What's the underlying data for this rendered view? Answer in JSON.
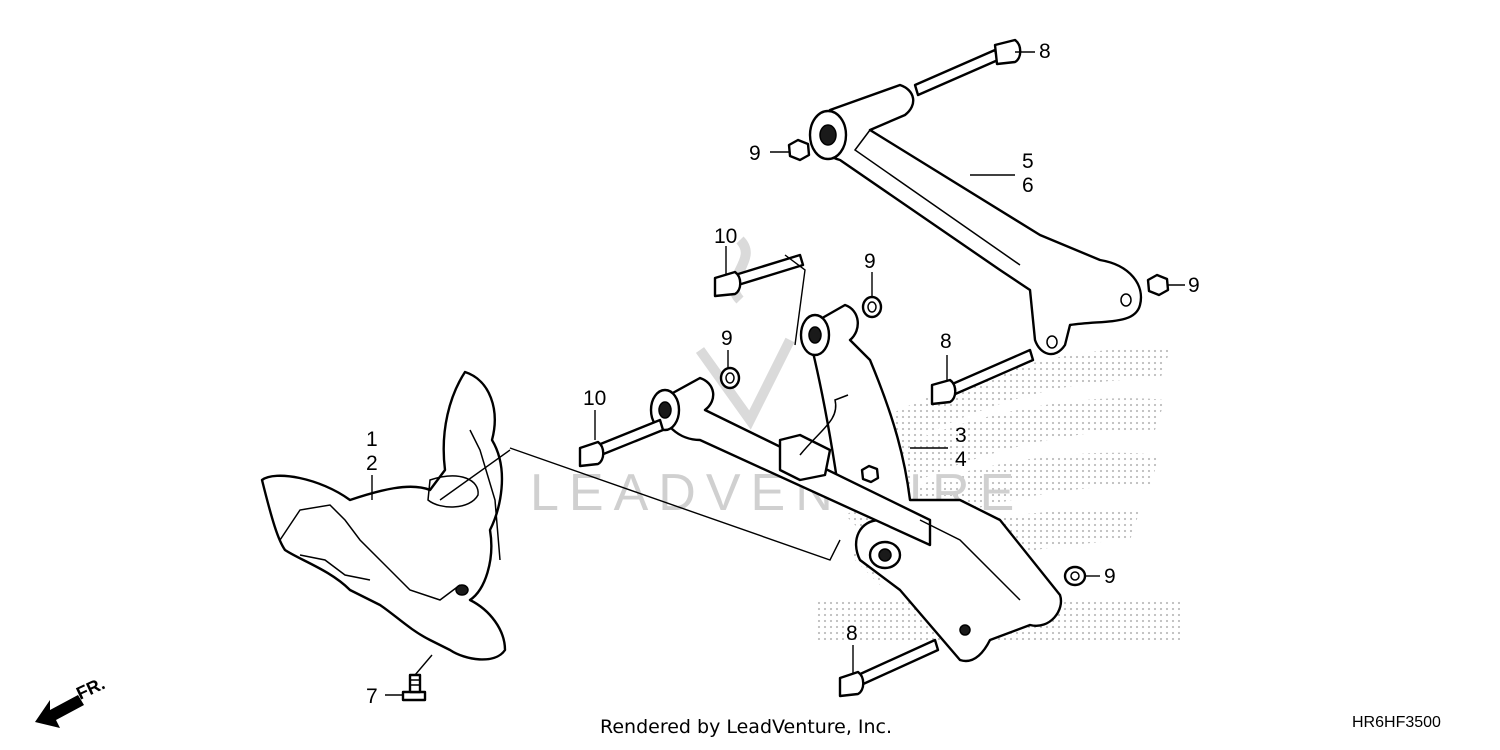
{
  "diagram": {
    "callouts": [
      "1",
      "2",
      "3",
      "4",
      "5",
      "6",
      "7",
      "8",
      "8",
      "8",
      "9",
      "9",
      "9",
      "9",
      "9",
      "10",
      "10"
    ],
    "front_marker": "FR.",
    "watermark": "LEADVENTURE",
    "footer_text": "Rendered by LeadVenture, Inc.",
    "diagram_code": "HR6HF3500"
  }
}
